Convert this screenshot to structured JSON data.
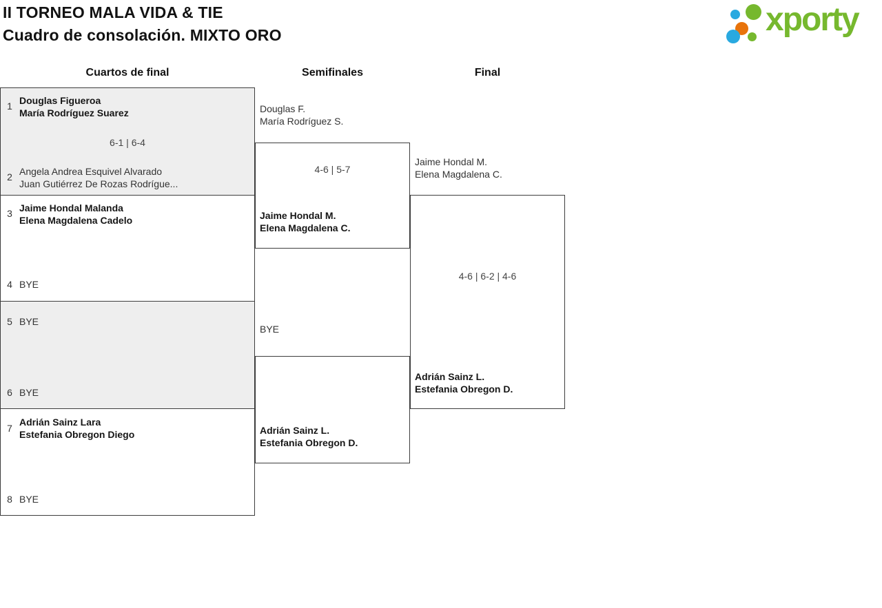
{
  "header": {
    "title_line1": "II TORNEO MALA VIDA & TIE",
    "title_line2": "Cuadro de consolación. MIXTO ORO"
  },
  "logo": {
    "wordmark": "xporty",
    "colors": {
      "green": "#76b82e",
      "blue": "#29a9e0",
      "orange": "#e8730a"
    }
  },
  "rounds": {
    "col1": "Cuartos de final",
    "col2": "Semifinales",
    "col3": "Final"
  },
  "quarterfinals": [
    {
      "seed_top": "1",
      "team_top_line1": "Douglas Figueroa",
      "team_top_line2": "María Rodríguez Suarez",
      "score": "6-1 | 6-4",
      "seed_bottom": "2",
      "team_bottom_line1": "Angela Andrea Esquivel Alvarado",
      "team_bottom_line2": "Juan Gutiérrez De Rozas Rodrígue..."
    },
    {
      "seed_top": "3",
      "team_top_line1": "Jaime Hondal Malanda",
      "team_top_line2": "Elena Magdalena Cadelo",
      "seed_bottom": "4",
      "team_bottom_line1": "BYE"
    },
    {
      "seed_top": "5",
      "team_top_line1": "BYE",
      "seed_bottom": "6",
      "team_bottom_line1": "BYE"
    },
    {
      "seed_top": "7",
      "team_top_line1": "Adrián Sainz Lara",
      "team_top_line2": "Estefania Obregon Diego",
      "seed_bottom": "8",
      "team_bottom_line1": "BYE"
    }
  ],
  "semifinals": [
    {
      "team_top_line1": "Douglas F.",
      "team_top_line2": "María Rodríguez S.",
      "score": "4-6 | 5-7",
      "team_bottom_line1": "Jaime Hondal M.",
      "team_bottom_line2": "Elena Magdalena C."
    },
    {
      "team_top_line1": "BYE",
      "team_bottom_line1": "Adrián Sainz L.",
      "team_bottom_line2": "Estefania Obregon D."
    }
  ],
  "final": {
    "team_top_line1": "Jaime Hondal M.",
    "team_top_line2": "Elena Magdalena C.",
    "score": "4-6 | 6-2 | 4-6",
    "team_bottom_line1": "Adrián Sainz L.",
    "team_bottom_line2": "Estefania Obregon D."
  }
}
